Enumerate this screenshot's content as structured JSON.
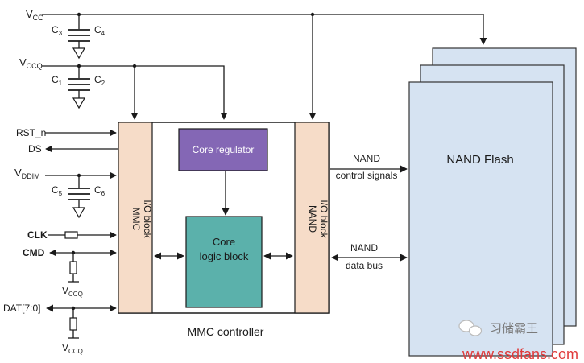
{
  "labels": {
    "vcc": "V",
    "vcc_sub": "CC",
    "vccq": "V",
    "vccq_sub": "CCQ",
    "vddim": "V",
    "vddim_sub": "DDIM",
    "c1": "C",
    "c1_sub": "1",
    "c2": "C",
    "c2_sub": "2",
    "c3": "C",
    "c3_sub": "3",
    "c4": "C",
    "c4_sub": "4",
    "c5": "C",
    "c5_sub": "5",
    "c6": "C",
    "c6_sub": "6",
    "rst_n": "RST_n",
    "ds": "DS",
    "clk": "CLK",
    "cmd": "CMD",
    "dat": "DAT[7:0]",
    "vccq_bottom1": "V",
    "vccq_bottom1_sub": "CCQ",
    "vccq_bottom2": "V",
    "vccq_bottom2_sub": "CCQ"
  },
  "blocks": {
    "mmc_io_line1": "MMC",
    "mmc_io_line2": "I/O block",
    "nand_io_line1": "NAND",
    "nand_io_line2": "I/O block",
    "core_regulator": "Core regulator",
    "core_logic_line1": "Core",
    "core_logic_line2": "logic block",
    "mmc_controller": "MMC controller",
    "nand_flash": "NAND Flash"
  },
  "signals": {
    "nand_ctrl_line1": "NAND",
    "nand_ctrl_line2": "control signals",
    "nand_data_line1": "NAND",
    "nand_data_line2": "data bus"
  },
  "watermark": {
    "brand": "习储霸王",
    "url": "www.ssdfans.com"
  },
  "colors": {
    "io_block": "#f6dcc8",
    "core_regulator": "#8467b5",
    "core_logic": "#5bb1ab",
    "nand_flash": "#d6e3f2",
    "line": "#1a1a1a",
    "watermark": "#e03a3a"
  }
}
